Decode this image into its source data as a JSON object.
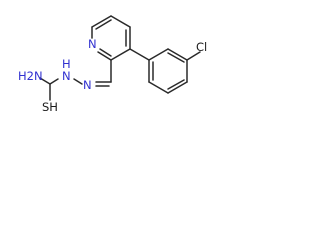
{
  "molecule": {
    "atom_labels": {
      "cl": "Cl",
      "pyridine_n": "N",
      "hydrazone_n1": "N",
      "hydrazone_n2": "N",
      "nh2": "H2N",
      "nh": "H",
      "sh": "SH"
    },
    "colors": {
      "bond": "#2a2a2a",
      "nitrogen": "#3030d0",
      "text": "#1a1a1a"
    }
  }
}
